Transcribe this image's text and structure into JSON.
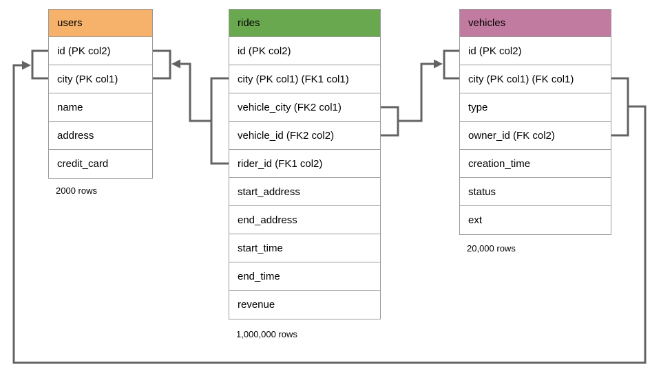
{
  "diagram": {
    "line_color": "#636363",
    "border_color": "#999999",
    "tables": [
      {
        "name": "users",
        "header_color": "#F6B26B",
        "columns": [
          "id (PK col2)",
          "city (PK col1)",
          "name",
          "address",
          "credit_card"
        ],
        "row_count": "2000 rows"
      },
      {
        "name": "rides",
        "header_color": "#6AA84F",
        "columns": [
          "id (PK col2)",
          "city (PK col1) (FK1 col1)",
          "vehicle_city (FK2 col1)",
          "vehicle_id (FK2 col2)",
          "rider_id (FK1 col2)",
          "start_address",
          "end_address",
          "start_time",
          "end_time",
          "revenue"
        ],
        "row_count": "1,000,000 rows"
      },
      {
        "name": "vehicles",
        "header_color": "#C27BA0",
        "columns": [
          "id (PK col2)",
          "city (PK col1) (FK col1)",
          "type",
          "owner_id (FK col2)",
          "creation_time",
          "status",
          "ext"
        ],
        "row_count": "20,000 rows"
      }
    ],
    "relationships": [
      {
        "from_table": "rides",
        "from_columns": "city, rider_id (FK1)",
        "to_table": "users",
        "to_columns": "id, city"
      },
      {
        "from_table": "rides",
        "from_columns": "vehicle_city, vehicle_id (FK2)",
        "to_table": "vehicles",
        "to_columns": "id, city"
      },
      {
        "from_table": "vehicles",
        "from_columns": "city, owner_id (FK)",
        "to_table": "users",
        "to_columns": "id, city"
      }
    ]
  }
}
